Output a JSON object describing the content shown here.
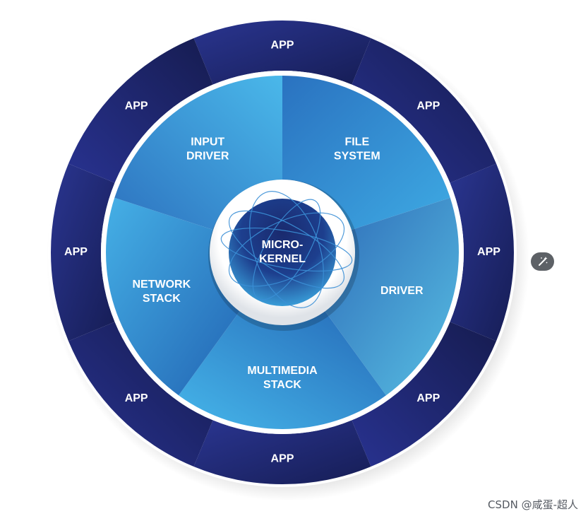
{
  "diagram": {
    "apps": [
      "APP",
      "APP",
      "APP",
      "APP",
      "APP",
      "APP",
      "APP",
      "APP"
    ],
    "services": [
      {
        "line1": "FILE",
        "line2": "SYSTEM"
      },
      {
        "line1": "DRIVER",
        "line2": ""
      },
      {
        "line1": "MULTIMEDIA",
        "line2": "STACK"
      },
      {
        "line1": "NETWORK",
        "line2": "STACK"
      },
      {
        "line1": "INPUT",
        "line2": "DRIVER"
      }
    ],
    "core": {
      "line1": "MICRO-",
      "line2": "KERNEL"
    }
  },
  "watermark": "CSDN @咸蛋-超人",
  "toolbar": {
    "icon": "magic-wand-icon"
  },
  "colors": {
    "app_ring": "#1f2a7a",
    "service_light": "#41b0e6",
    "service_dark": "#2a6fbd",
    "core": "#1c3f8f",
    "ring_white": "#ffffff"
  }
}
